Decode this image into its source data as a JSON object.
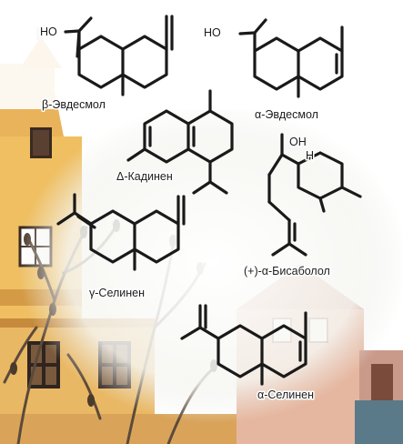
{
  "compounds": [
    {
      "name": "β-Эвдесмол",
      "group": "HO"
    },
    {
      "name": "α-Эвдесмол",
      "group": "HO"
    },
    {
      "name": "Δ-Кадинен"
    },
    {
      "name": "(+)-α-Бисаболол",
      "group": "OH",
      "stereo_h": "H"
    },
    {
      "name": "γ-Селинен"
    },
    {
      "name": "α-Селинен"
    }
  ]
}
